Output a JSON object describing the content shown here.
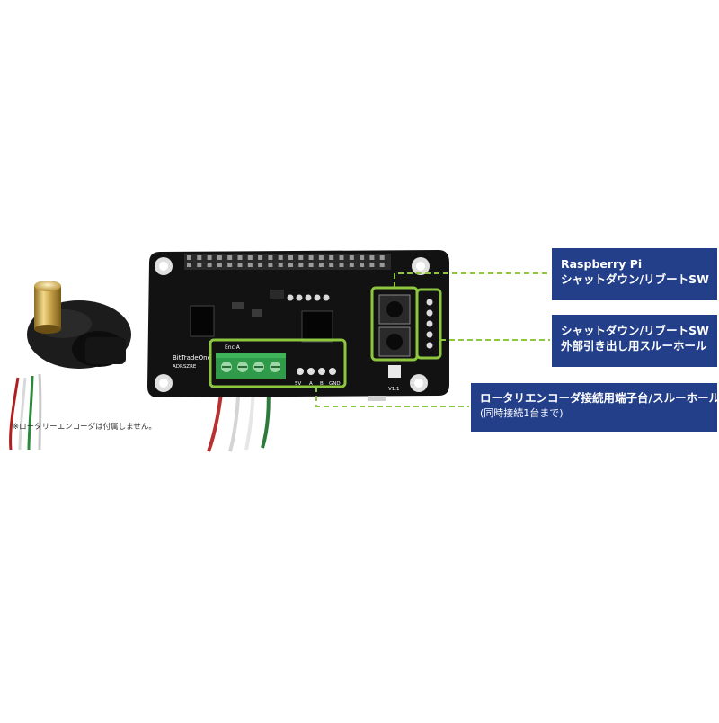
{
  "callouts": [
    {
      "lines": [
        "Raspberry Pi",
        "シャットダウン/リブートSW"
      ]
    },
    {
      "lines": [
        "シャットダウン/リブートSW",
        "外部引き出し用スルーホール"
      ]
    },
    {
      "lines": [
        "ロータリエンコーダ接続用端子台/スルーホール"
      ],
      "sub": "(同時接続1台まで)"
    }
  ],
  "note": "※ロータリーエンコーダは付属しません。",
  "board": {
    "logo": "BitTradeOne",
    "model": "ADRSZRE",
    "terminal_label": "Enc A",
    "version": "V1.1",
    "pin_labels": [
      "5V",
      "A",
      "B",
      "GND"
    ]
  },
  "colors": {
    "callout_bg": "#233f8a",
    "highlight": "#8dc63f",
    "pcb": "#111111",
    "terminal": "#2f9a4a"
  }
}
